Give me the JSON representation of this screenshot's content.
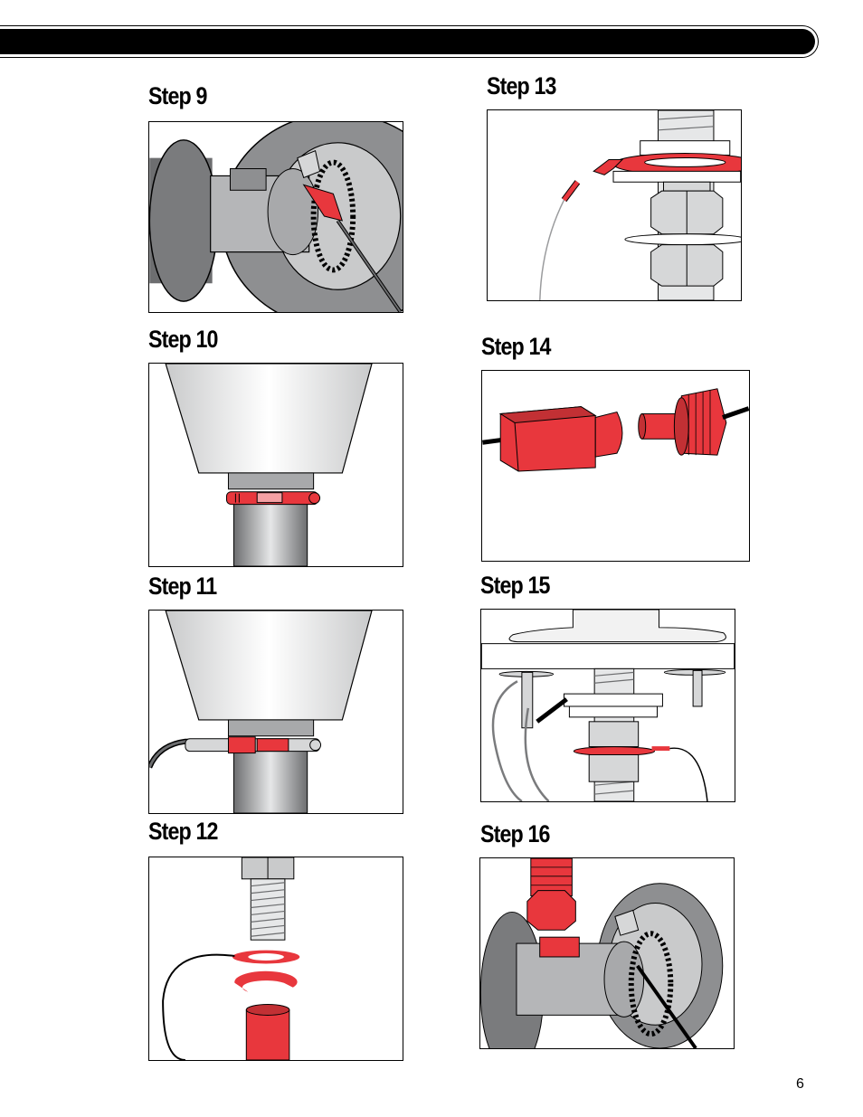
{
  "steps": [
    {
      "label": "Step 9",
      "illustration": "valve-clamp-icon"
    },
    {
      "label": "Step 10",
      "illustration": "disposer-clamp-icon"
    },
    {
      "label": "Step 11",
      "illustration": "clamp-tightened-icon"
    },
    {
      "label": "Step 12",
      "illustration": "washer-nut-icon"
    },
    {
      "label": "Step 13",
      "illustration": "flange-gasket-icon"
    },
    {
      "label": "Step 14",
      "illustration": "connector-plug-icon"
    },
    {
      "label": "Step 15",
      "illustration": "sink-mount-icon"
    },
    {
      "label": "Step 16",
      "illustration": "supply-valve-icon"
    }
  ],
  "page_number": "6",
  "colors": {
    "accent_red": "#e8373d",
    "steel_gray": "#a8a9ab",
    "dark_gray": "#6d6e70",
    "light_gray": "#d6d7d8"
  }
}
